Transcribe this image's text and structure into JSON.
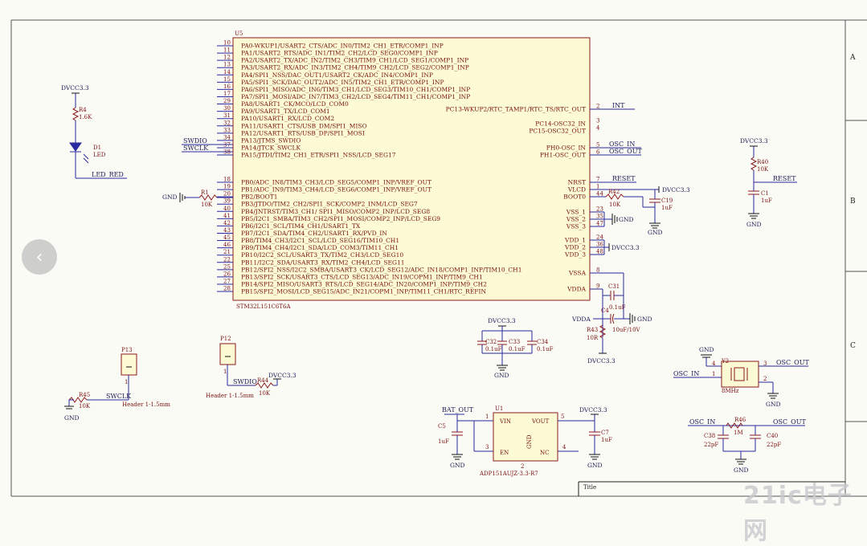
{
  "u5": {
    "ref": "U5",
    "part": "STM32L151C6T6A",
    "left_pins": [
      {
        "num": "10",
        "name": "PA0-WKUP1/USART2_CTS/ADC_IN0/TIM2_CH1_ETR/COMP1_INP"
      },
      {
        "num": "11",
        "name": "PA1/USART2_RTS/ADC_IN1/TIM2_CH2/LCD_SEG0/COMP1_INP"
      },
      {
        "num": "12",
        "name": "PA2/USART2_TX/ADC_IN2/TIM2_CH3/TIM9_CH1/LCD_SEG1/COMP1_INP"
      },
      {
        "num": "13",
        "name": "PA3/USART2_RX/ADC_IN3/TIM2_CH4/TIM9_CH2/LCD_SEG2/COMP1_INP"
      },
      {
        "num": "14",
        "name": "PA4/SPI1_NSS/DAC_OUT1/USART2_CK/ADC_IN4/COMP1_INP"
      },
      {
        "num": "15",
        "name": "PA5/SPI1_SCK/DAC_OUT2/ADC_IN5/TIM2_CH1_ETR/COMP1_INP"
      },
      {
        "num": "16",
        "name": "PA6/SPI1_MISO/ADC_IN6/TIM3_CH1/LCD_SEG3/TIM10_CH1/COMP1_INP"
      },
      {
        "num": "17",
        "name": "PA7/SPI1_MOSI/ADC_IN7/TIM3_CH2/LCD_SEG4/TIM11_CH1/COMP1_INP"
      },
      {
        "num": "29",
        "name": "PA8/USART1_CK/MCO/LCD_COM0"
      },
      {
        "num": "30",
        "name": "PA9/USART1_TX/LCD_COM1"
      },
      {
        "num": "31",
        "name": "PA10/USART1_RX/LCD_COM2"
      },
      {
        "num": "32",
        "name": "PA11/USART1_CTS/USB_DM/SPI1_MISO"
      },
      {
        "num": "33",
        "name": "PA12/USART1_RTS/USB_DP/SPI1_MOSI"
      },
      {
        "num": "34",
        "name": "PA13/JTMS_SWDIO"
      },
      {
        "num": "37",
        "name": "PA14/JTCK_SWCLK"
      },
      {
        "num": "38",
        "name": "PA15/JTDI/TIM2_CH1_ETR/SPI1_NSS/LCD_SEG17"
      },
      {
        "num": "18",
        "name": "PB0/ADC_IN8/TIM3_CH3/LCD_SEG5/COMP1_INP/VREF_OUT"
      },
      {
        "num": "19",
        "name": "PB1/ADC_IN9/TIM3_CH4/LCD_SEG6/COMP1_INP/VREF_OUT"
      },
      {
        "num": "20",
        "name": "PB2/BOOT1"
      },
      {
        "num": "39",
        "name": "PB3/JTDO/TIM2_CH2/SPI1_SCK/COMP2_INM/LCD_SEG7"
      },
      {
        "num": "40",
        "name": "PB4/JNTRST/TIM3_CH1/ SPI1_MISO/COMP2_INP/LCD_SEG8"
      },
      {
        "num": "41",
        "name": "PB5/I2C1_SMBA/TIM3_CH2/SPI1_MOSI/COMP2_INP/LCD_SEG9"
      },
      {
        "num": "42",
        "name": "PB6/I2C1_SCL/TIM4_CH1/USART1_TX"
      },
      {
        "num": "43",
        "name": "PB7/I2C1_SDA/TIM4_CH2/USART1_RX/PVD_IN"
      },
      {
        "num": "45",
        "name": "PB8/TIM4_CH3/I2C1_SCL/LCD_SEG16/TIM10_CH1"
      },
      {
        "num": "46",
        "name": "PB9/TIM4_CH4/I2C1_SDA/LCD_COM3/TIM11_CH1"
      },
      {
        "num": "21",
        "name": "PB10/I2C2_SCL/USART3_TX/TIM2_CH3/LCD_SEG10"
      },
      {
        "num": "22",
        "name": "PB11/I2C2_SDA/USART3_RX/TIM2_CH4/LCD_SEG11"
      },
      {
        "num": "25",
        "name": "PB12/SPI2_NSS/I2C2_SMBA/USART3_CK/LCD_SEG12/ADC_IN18/COMP1_INP/TIM10_CH1"
      },
      {
        "num": "26",
        "name": "PB13/SPI2_SCK/USART3_CTS/LCD_SEG13/ADC_IN19/COPM1_INP/TIM9_CH1"
      },
      {
        "num": "27",
        "name": "PB14/SPI2_MISO/USART3_RTS/LCD_SEG14/ADC_IN20/COMP1_INP/TIM9_CH2"
      },
      {
        "num": "28",
        "name": "PB15/SPI2_MOSI/LCD_SEG15/ADC_IN21/COPM1_INP/TIM11_CH1/RTC_REFIN"
      }
    ],
    "right_pins": [
      {
        "num": "2",
        "name": "PC13-WKUP2/RTC_TAMP1/RTC_TS/RTC_OUT"
      },
      {
        "num": "3",
        "name": "PC14-OSC32_IN"
      },
      {
        "num": "4",
        "name": "PC15-OSC32_OUT"
      },
      {
        "num": "5",
        "name": "PH0-OSC_IN"
      },
      {
        "num": "6",
        "name": "PH1-OSC_OUT"
      },
      {
        "num": "7",
        "name": "NRST"
      },
      {
        "num": "1",
        "name": "VLCD"
      },
      {
        "num": "44",
        "name": "BOOT0"
      },
      {
        "num": "23",
        "name": "VSS_1"
      },
      {
        "num": "35",
        "name": "VSS_2"
      },
      {
        "num": "47",
        "name": "VSS_3"
      },
      {
        "num": "24",
        "name": "VDD_1"
      },
      {
        "num": "36",
        "name": "VDD_2"
      },
      {
        "num": "48",
        "name": "VDD_3"
      },
      {
        "num": "8",
        "name": "VSSA"
      },
      {
        "num": "9",
        "name": "VDDA"
      }
    ]
  },
  "nets": {
    "int": "INT",
    "osc_in": "OSC_IN",
    "osc_out": "OSC_OUT",
    "reset": "RESET",
    "dvcc": "DVCC3.3",
    "gnd": "GND",
    "swdio": "SWDIO",
    "swclk": "SWCLK",
    "led_red": "LED_RED",
    "bat_out": "BAT_OUT",
    "vdda": "VDDA"
  },
  "parts": {
    "r4": {
      "ref": "R4",
      "val": "1.6K"
    },
    "d1": {
      "ref": "D1",
      "val": "LED"
    },
    "r1": {
      "ref": "R1",
      "val": "10K"
    },
    "r42": {
      "ref": "R42",
      "val": "10K"
    },
    "c19": {
      "ref": "C19",
      "val": "1uF"
    },
    "r40": {
      "ref": "R40",
      "val": "10K"
    },
    "c1": {
      "ref": "C1",
      "val": "1uF"
    },
    "c31": {
      "ref": "C31",
      "val": "0.1uF"
    },
    "c4": {
      "ref": "C4",
      "val": "10uF/10V"
    },
    "r43": {
      "ref": "R43",
      "val": "10R"
    },
    "c32": {
      "ref": "C32",
      "val": "0.1uF"
    },
    "c33": {
      "ref": "C33",
      "val": "0.1uF"
    },
    "c34": {
      "ref": "C34",
      "val": "0.1uF"
    },
    "y2": {
      "ref": "Y2",
      "val": "8MHz"
    },
    "p13": {
      "ref": "P13",
      "val": "Header 1-1.5mm"
    },
    "p12": {
      "ref": "P12",
      "val": "Header 1-1.5mm"
    },
    "r45": {
      "ref": "R45",
      "val": "10K"
    },
    "r44": {
      "ref": "R44",
      "val": "10K"
    },
    "u1": {
      "ref": "U1",
      "val": "ADP151AUJZ-3.3-R7",
      "vin": "VIN",
      "vout": "VOUT",
      "en": "EN",
      "gnd": "GND",
      "nc": "NC"
    },
    "c5": {
      "ref": "C5",
      "val": "1uF"
    },
    "c7": {
      "ref": "C7",
      "val": "1uF"
    },
    "c38": {
      "ref": "C38",
      "val": "22pF"
    },
    "c40": {
      "ref": "C40",
      "val": "22pF"
    },
    "r46": {
      "ref": "R46",
      "val": "1M"
    }
  },
  "u1_pins": {
    "p1": "1",
    "p3": "3",
    "p5": "5",
    "p4": "4",
    "p2": "2"
  },
  "y2_pins": {
    "p1": "1",
    "p2": "2",
    "p3": "3",
    "p4": "4"
  },
  "p12_pin": "1",
  "p13_pin": "1",
  "border": {
    "zones": [
      "A",
      "B",
      "C"
    ],
    "title_label": "Title"
  },
  "watermark": "21ic电子网",
  "colors": {
    "wire": "#2a2aa0",
    "part": "#8a1a1a",
    "paper": "#fbfbf6",
    "chip_fill": "#fdfbd3",
    "nav": "#aaaaaa"
  }
}
